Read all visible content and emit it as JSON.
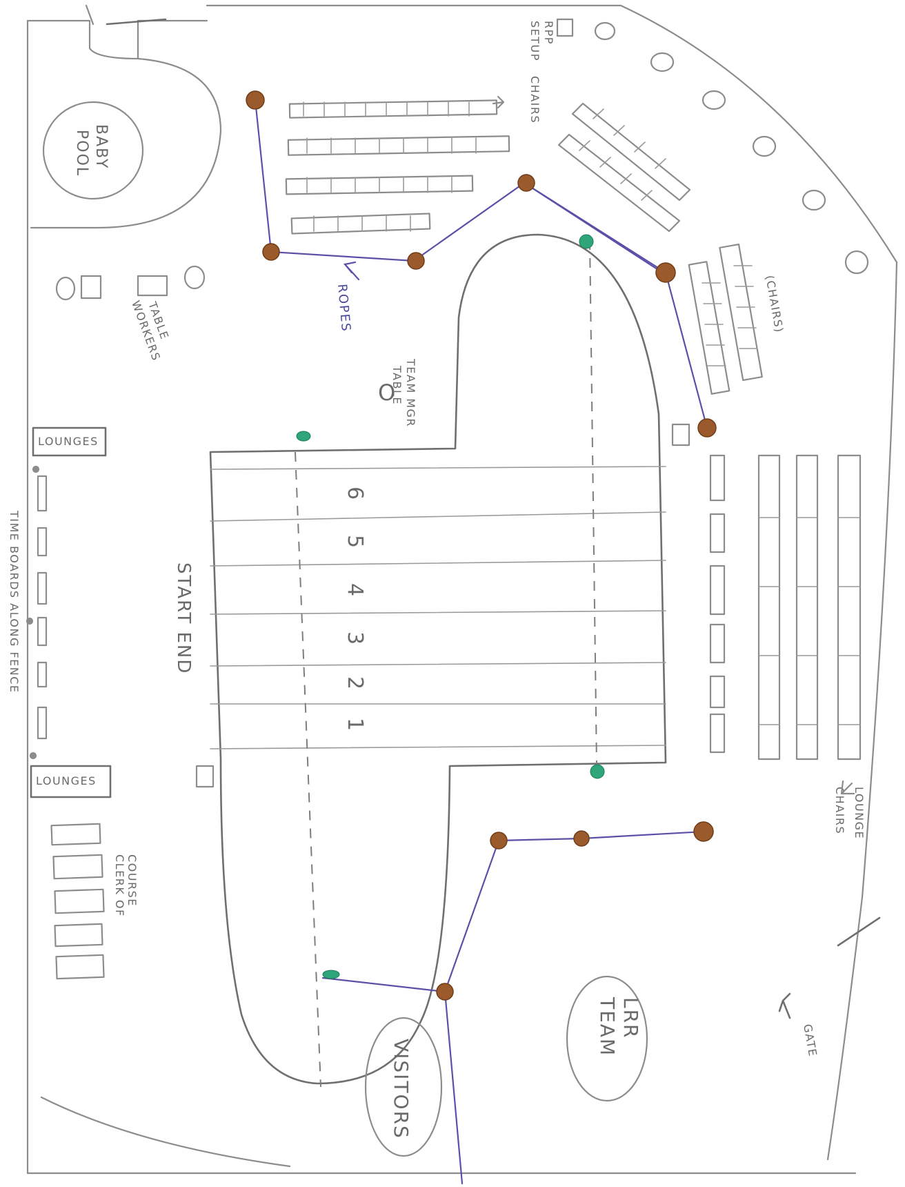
{
  "labels": {
    "baby_pool": [
      "BABY",
      "POOL"
    ],
    "table_workers": [
      "TABLE",
      "WORKERS"
    ],
    "ropes": "ROPES",
    "team_mgr_table": [
      "TEAM MGR",
      "TABLE"
    ],
    "chairs_top": "CHAIRS",
    "chairs_right": "(CHAIRS)",
    "rpp_setup": [
      "RPP",
      "SETUP"
    ],
    "lounges_top": "LOUNGES",
    "lounges_bottom": "LOUNGES",
    "start_end": "START END",
    "time_boards": "TIME BOARDS ALONG FENCE",
    "clerk_of_course": [
      "CLERK OF",
      "COURSE"
    ],
    "lounge_chairs": [
      "LOUNGE",
      "CHAIRS"
    ],
    "lrr_team": [
      "LRR",
      "TEAM"
    ],
    "visitors": "VISITORS",
    "gate": "GATE",
    "team_mgr_marker": "O"
  },
  "lanes": [
    "6",
    "5",
    "4",
    "3",
    "2",
    "1"
  ],
  "colors": {
    "pencil": "#8c8c8c",
    "rope": "#5b4fa8",
    "post": "#9b5a2b",
    "marker_green": "#2fa67a"
  }
}
